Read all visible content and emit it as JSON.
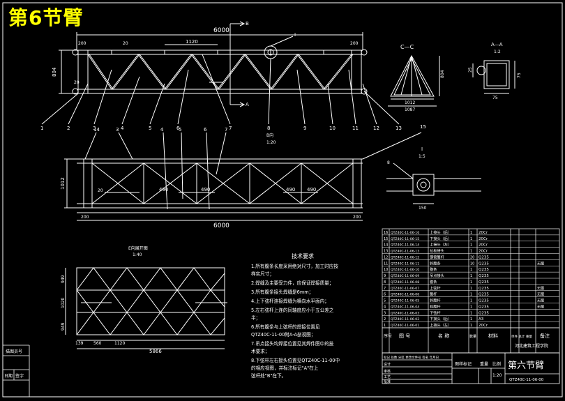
{
  "overlay_title": "第6节臂",
  "main_view": {
    "length": "6000",
    "segment": "1120",
    "end_len_left": "200",
    "end_len_right": "200",
    "label_20": "20",
    "label_20b": "20",
    "height": "804",
    "section_b": "B",
    "section_a": "A",
    "callout_i": "I",
    "callouts": [
      "1",
      "2",
      "3",
      "4",
      "5",
      "6",
      "7",
      "8",
      "9",
      "10",
      "11",
      "12",
      "13"
    ],
    "b_view_title": "B向",
    "b_view_scale": "1:20"
  },
  "section_cc": {
    "title": "C—C",
    "width_inner": "1012",
    "width_outer": "1087",
    "height": "804"
  },
  "section_aa": {
    "title": "A—A",
    "scale": "1:2",
    "dim_25": "25",
    "dim_75h": "75",
    "dim_75w": "75"
  },
  "plan_view": {
    "callouts": [
      "14",
      "3",
      "4",
      "5",
      "6",
      "7",
      "15"
    ],
    "height": "1012",
    "dim_20": "20",
    "dims_490": [
      "490",
      "490",
      "490",
      "490"
    ],
    "end_left": "200",
    "end_right": "200",
    "total": "6000"
  },
  "detail_i": {
    "title": "I",
    "scale": "1:5",
    "dim_8": "8",
    "dim_150": "150"
  },
  "unfold_view": {
    "title": "E向展开图",
    "scale": "1:40",
    "dim_top": "949",
    "dim_mid": "1020",
    "dim_bot": "949",
    "dim_139": "139",
    "dim_560": "560",
    "dim_1120": "1120",
    "total": "5866"
  },
  "tech_req": {
    "title": "技术要求",
    "lines": [
      "1.所有腹条长度采用绝对尺寸，加工时应按",
      "  样实尺寸；",
      "2.焊缝及主要受力件，应保证焊接质量；",
      "3.所有腹条接头焊缝是6mm；",
      "4.上下弦杆连接焊缝为横向水平面内；",
      "5.左右弦杆上连的同轴度应小于五公差之",
      "  半；",
      "6.所有腹条与上弦杆的焊接位置见",
      "  QTZ40C-11-00附A-A剖视图；",
      "7.吊点接头均焊接位置见其焊件图中的技",
      "  术要求；",
      "8.下弦杆左右接头位置见QTZ40C-11-00中",
      "  的相应视图，并标注标记\"A\"在上",
      "  弦杆处\"B\"在下。"
    ]
  },
  "bom": {
    "rows": [
      [
        "16",
        "QTZ40C-11-06-16",
        "上接头（后）",
        "1",
        "20Cr",
        ""
      ],
      [
        "15",
        "QTZ40C-11-06-15",
        "下接头（后）",
        "1",
        "20Cr",
        ""
      ],
      [
        "14",
        "QTZ40C-11-06-14",
        "上接头（左）",
        "1",
        "20Cr",
        ""
      ],
      [
        "13",
        "QTZ40C-11-06-13",
        "拉板接头",
        "1",
        "20Cr",
        ""
      ],
      [
        "12",
        "QTZ40C-11-06-12",
        "钢管腹杆",
        "20",
        "Q235",
        ""
      ],
      [
        "11",
        "QTZ40C-11-06-11",
        "斜腹条",
        "10",
        "Q235",
        "无图"
      ],
      [
        "10",
        "QTZ40C-11-06-10",
        "腹条",
        "1",
        "Q235",
        ""
      ],
      [
        "9",
        "QTZ40C-11-06-09",
        "吊点接头",
        "1",
        "Q235",
        ""
      ],
      [
        "8",
        "QTZ40C-11-06-08",
        "腹条",
        "1",
        "Q235",
        ""
      ],
      [
        "7",
        "QTZ40C-11-06-07",
        "上弦杆",
        "1",
        "Q235",
        "无图"
      ],
      [
        "6",
        "QTZ40C-11-06-06",
        "腹杆",
        "1",
        "Q235",
        "无图"
      ],
      [
        "5",
        "QTZ40C-11-06-05",
        "斜腹杆",
        "1",
        "Q235",
        "无图"
      ],
      [
        "4",
        "QTZ40C-11-06-04",
        "斜腹杆",
        "1",
        "Q235",
        "无图"
      ],
      [
        "3",
        "QTZ40C-11-06-03",
        "下弦杆",
        "1",
        "Q235",
        ""
      ],
      [
        "2",
        "QTZ40C-11-06-02",
        "下接头（后）",
        "1",
        "A3",
        ""
      ],
      [
        "1",
        "QTZ40C-11-06-01",
        "上接头（左）",
        "1",
        "20Cr",
        ""
      ]
    ],
    "header": {
      "seq": "序号",
      "code": "图 号",
      "name": "名 称",
      "qty": "数量",
      "material": "材料",
      "weight": "单件 总计 重量",
      "remark": "备注"
    }
  },
  "title_block": {
    "school": "河北建筑工程学院",
    "drawing_title": "第六节臂",
    "drawing_no": "QTZ40C-11-06-00",
    "scale_label": "图样标记",
    "weight_label": "重量",
    "ratio_label": "比例",
    "ratio": "1:20",
    "rows": [
      "标记 处数 分区 更改文件号 签名 年月日",
      "设计",
      "审核",
      "工艺",
      "批准"
    ],
    "left_labels": [
      "描图员号",
      "日期",
      "签字"
    ]
  }
}
